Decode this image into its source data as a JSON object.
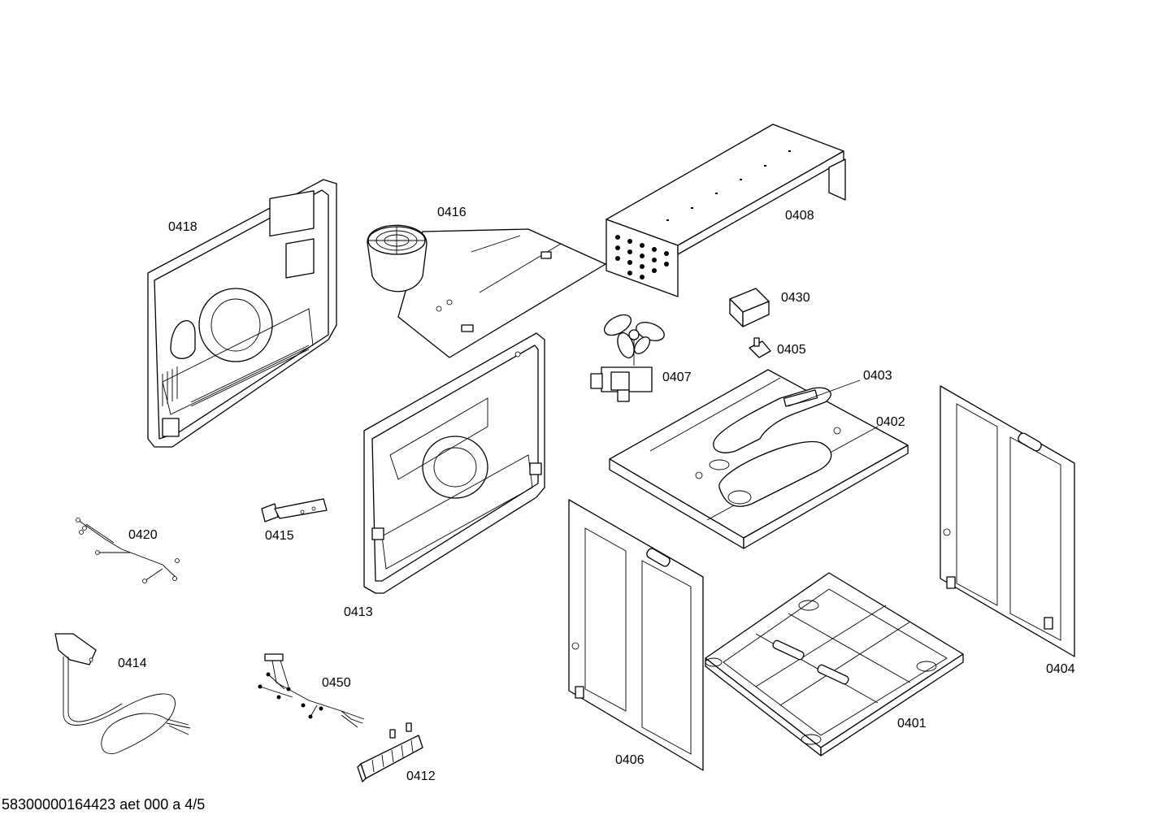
{
  "labels": {
    "p0401": "0401",
    "p0402": "0402",
    "p0403": "0403",
    "p0404": "0404",
    "p0405": "0405",
    "p0406": "0406",
    "p0407": "0407",
    "p0408": "0408",
    "p0412": "0412",
    "p0413": "0413",
    "p0414": "0414",
    "p0415": "0415",
    "p0416": "0416",
    "p0418": "0418",
    "p0420": "0420",
    "p0430": "0430",
    "p0450": "0450"
  },
  "footer": "58300000164423 aet 000 a 4/5"
}
